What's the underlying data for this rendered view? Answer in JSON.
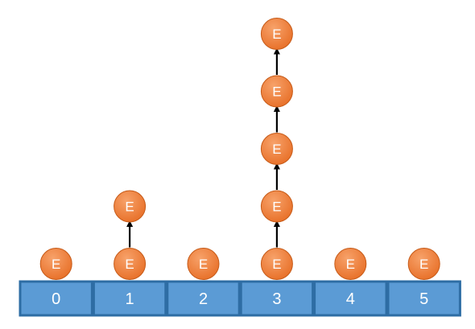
{
  "colors": {
    "bucket_fill": "#5b9bd5",
    "bucket_border": "#2e6da4",
    "node_fill": "#e8712a",
    "node_highlight": "#f7a26a",
    "node_border": "#c65a17",
    "arrow": "#000000"
  },
  "buckets": [
    {
      "index": "0",
      "chain": [
        "E"
      ]
    },
    {
      "index": "1",
      "chain": [
        "E",
        "E"
      ]
    },
    {
      "index": "2",
      "chain": [
        "E"
      ]
    },
    {
      "index": "3",
      "chain": [
        "E",
        "E",
        "E",
        "E",
        "E"
      ]
    },
    {
      "index": "4",
      "chain": [
        "E"
      ]
    },
    {
      "index": "5",
      "chain": [
        "E"
      ]
    }
  ]
}
